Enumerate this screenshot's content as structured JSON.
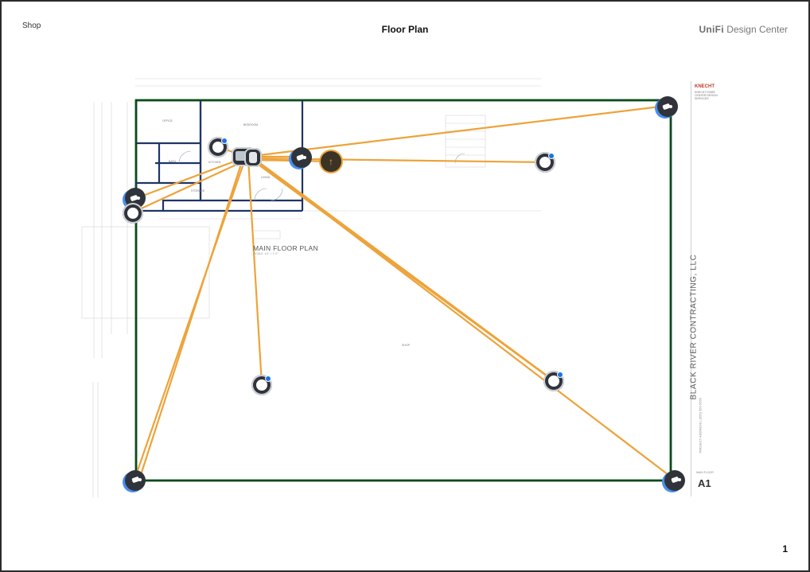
{
  "header": {
    "project": "Shop",
    "title": "Floor Plan",
    "brand_bold": "UniFi",
    "brand_rest": "Design Center"
  },
  "footer": {
    "page_number": "1"
  },
  "plan": {
    "label": "MAIN FLOOR PLAN",
    "scale": "SCALE: 1/4\" = 1'-0\"",
    "rooms": [
      "OFFICE",
      "BEDROOM",
      "BATH",
      "STORAGE",
      "KITCHEN",
      "LIVING",
      "SHOP"
    ]
  },
  "title_block": {
    "brand": "KNECHT",
    "subtitle": "KNECHT HOME CENTER DESIGN SERVICES",
    "company": "BLACK RIVER CONTRACTING, LLC",
    "phone": "PROJECT ADDRESS | (555) 555-5555",
    "sheet_label": "MAIN FLOOR",
    "sheet": "A1"
  },
  "colors": {
    "cable": "#eda33a",
    "boundary": "#1f7a34",
    "walls": "#1f3566",
    "device": "#30343a",
    "coverage": "#4a8ff0"
  },
  "devices": [
    {
      "name": "access-point-icon",
      "type": "ap"
    },
    {
      "name": "switch-icon",
      "type": "switch"
    },
    {
      "name": "gateway-icon",
      "type": "gateway"
    },
    {
      "name": "camera-icon",
      "type": "camera"
    },
    {
      "name": "upload-icon",
      "type": "uplink"
    },
    {
      "name": "dome-camera-icon",
      "type": "dome"
    }
  ]
}
